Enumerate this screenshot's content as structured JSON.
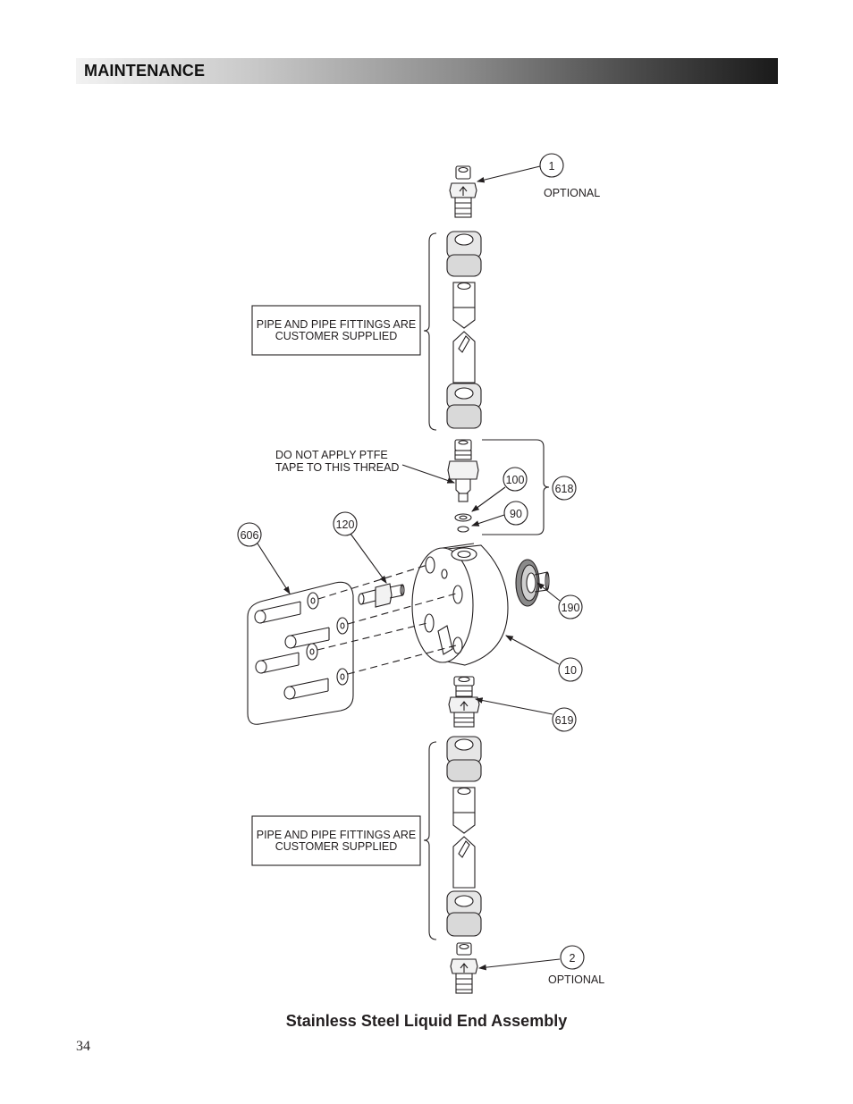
{
  "header": {
    "section_title": "MAINTENANCE"
  },
  "diagram": {
    "callouts": {
      "c1": "1",
      "c2": "2",
      "c10": "10",
      "c90": "90",
      "c100": "100",
      "c120": "120",
      "c190": "190",
      "c606": "606",
      "c618": "618",
      "c619": "619"
    },
    "notes": {
      "optional_top": "OPTIONAL",
      "optional_bottom": "OPTIONAL",
      "ptfe_line1": "DO NOT APPLY PTFE",
      "ptfe_line2": "TAPE TO THIS THREAD",
      "pipe_top_line1": "PIPE AND PIPE FITTINGS ARE",
      "pipe_top_line2": "CUSTOMER SUPPLIED",
      "pipe_bottom_line1": "PIPE AND PIPE FITTINGS ARE",
      "pipe_bottom_line2": "CUSTOMER SUPPLIED"
    }
  },
  "caption": "Stainless Steel Liquid End Assembly",
  "page_number": "34"
}
